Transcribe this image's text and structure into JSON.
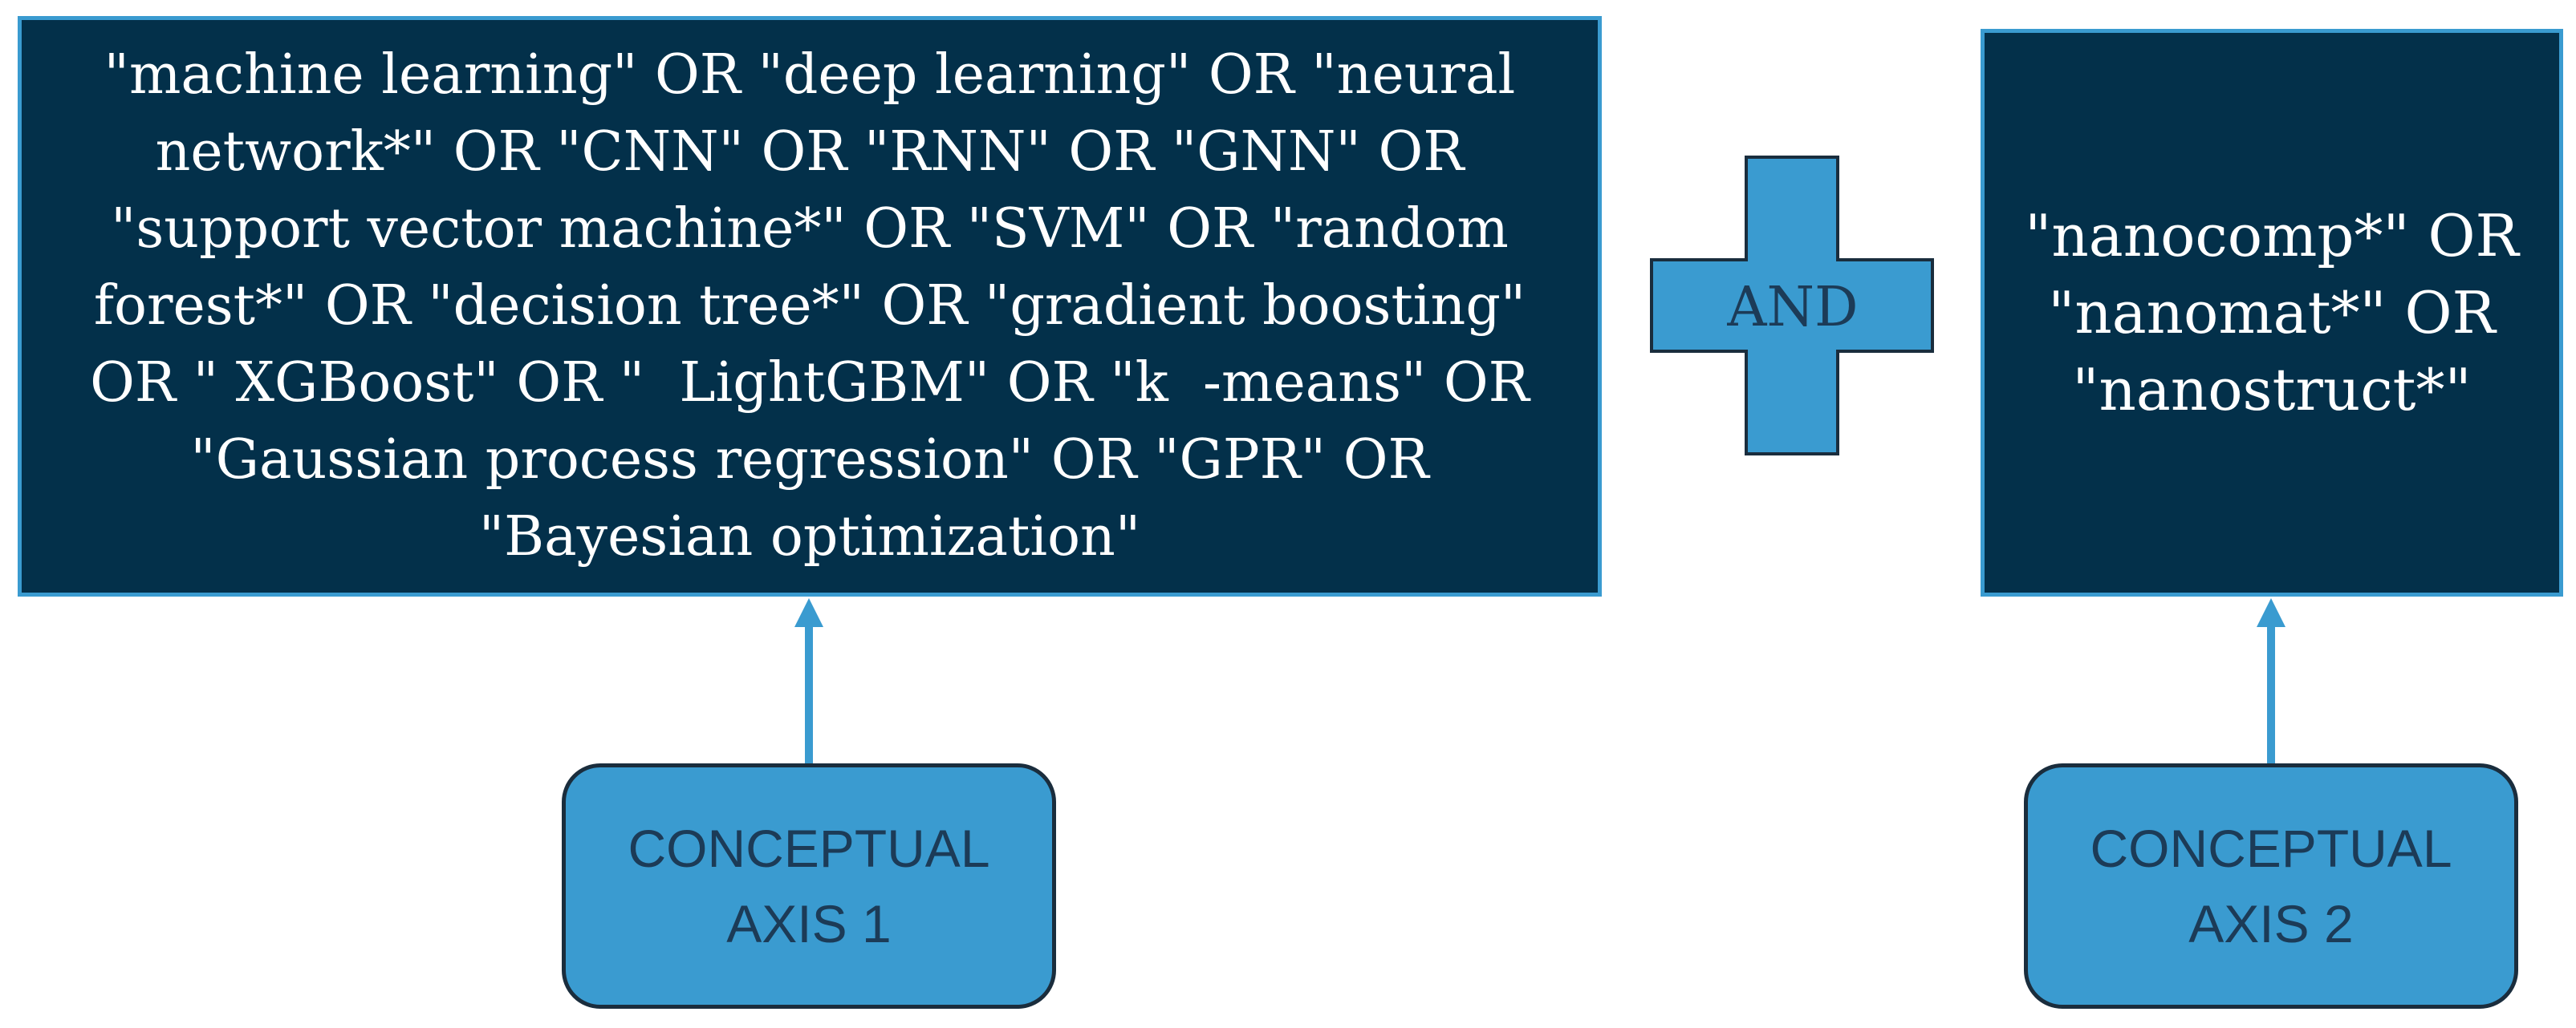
{
  "query_axis_1": {
    "lines": [
      "\"machine learning\" OR \"deep learning\" OR \"neural",
      "network*\" OR \"CNN\" OR \"RNN\" OR \"GNN\" OR",
      "\"support vector machine*\" OR \"SVM\" OR \"random",
      "forest*\" OR \"decision tree*\" OR \"gradient boosting\"",
      "OR \" XGBoost\" OR \"  LightGBM\" OR \"k  -means\" OR",
      "\"Gaussian process regression\" OR \"GPR\" OR",
      "\"Bayesian optimization\""
    ]
  },
  "operator": {
    "label": "AND",
    "icon": "plus-icon"
  },
  "query_axis_2": {
    "lines": [
      "\"nanocomp*\" OR",
      "\"nanomat*\" OR",
      "\"nanostruct*\""
    ]
  },
  "conceptual_axis_1": {
    "line1": "CONCEPTUAL",
    "line2": "AXIS 1"
  },
  "conceptual_axis_2": {
    "line1": "CONCEPTUAL",
    "line2": "AXIS 2"
  },
  "colors": {
    "query_box_fill": "#03304a",
    "accent_blue": "#3a9bd0",
    "label_text": "#1c3b57"
  }
}
